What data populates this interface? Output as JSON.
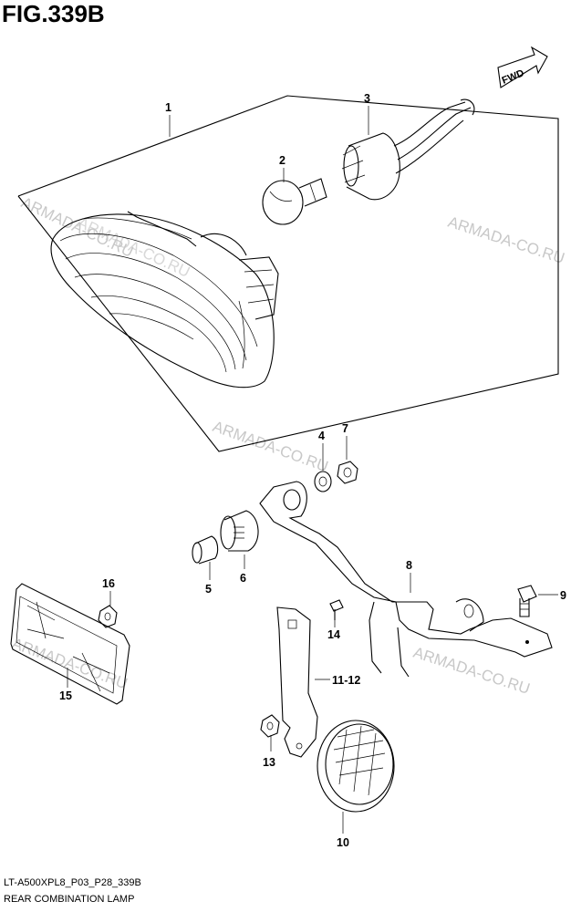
{
  "figure": {
    "title": "FIG.339B",
    "code": "LT-A500XPL8_P03_P28_339B",
    "caption": "REAR COMBINATION LAMP"
  },
  "fwd_label": "FWD",
  "watermarks": [
    "ARMADA-CO.RU",
    "ARMADA-CO.RU",
    "ARMADA-CO.RU",
    "ARMADA-CO.RU",
    "ARMADA-CO.RU",
    "ARMADA-CO.RU"
  ],
  "callouts": [
    "1",
    "2",
    "3",
    "4",
    "7",
    "8",
    "9",
    "5",
    "6",
    "16",
    "14",
    "15",
    "11-12",
    "13",
    "10"
  ]
}
